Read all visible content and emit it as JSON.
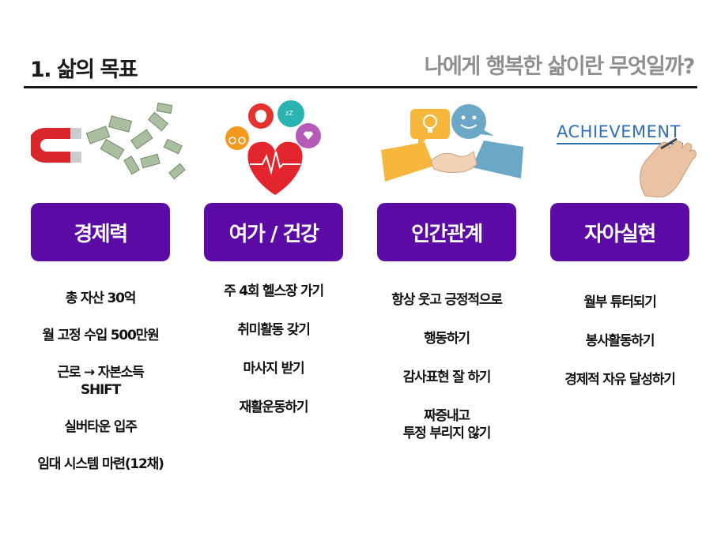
{
  "header": {
    "title": "1. 삶의 목표",
    "subtitle": "나에게 행복한 삶이란 무엇일까?"
  },
  "columns": [
    {
      "heading": "경제력",
      "art": "magnet-money-icon",
      "items": [
        "총 자산 30억",
        "월 고정 수입 500만원",
        "근로 → 자본소득\nSHIFT",
        "실버타운 입주",
        "임대 시스템 마련(12채)"
      ]
    },
    {
      "heading": "여가 / 건강",
      "art": "heart-lifestyle-icon",
      "items": [
        "주 4회 헬스장 가기",
        "취미활동 갖기",
        "마사지 받기",
        "재활운동하기"
      ]
    },
    {
      "heading": "인간관계",
      "art": "handshake-ideas-icon",
      "items": [
        "항상 웃고 긍정적으로",
        "행동하기",
        "감사표현 잘 하기",
        "짜증내고\n투정 부리지 않기"
      ]
    },
    {
      "heading": "자아실현",
      "art": "achievement-writing-hand-icon",
      "art_text": "ACHIEVEMENT",
      "items": [
        "월부 튜터되기",
        "봉사활동하기",
        "경제적 자유 달성하기"
      ]
    }
  ],
  "colors": {
    "badge": "#5b0aa6",
    "title": "#1a1a1a",
    "subtitle": "#8f8f8f"
  }
}
